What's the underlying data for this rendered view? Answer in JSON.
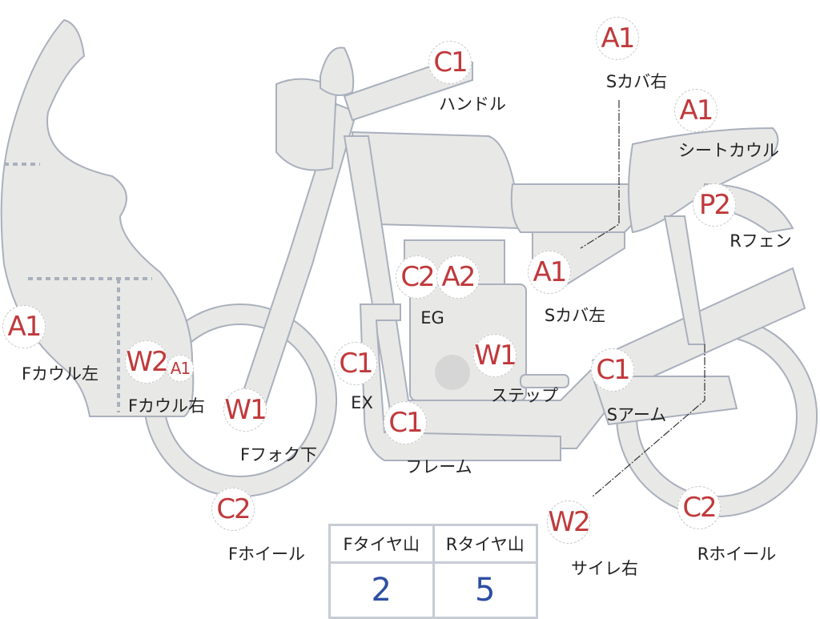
{
  "badges": [
    {
      "code": "C1",
      "label": "ハンドル"
    },
    {
      "code": "A1",
      "label": "Sカバ右"
    },
    {
      "code": "A1",
      "label": "シートカウル"
    },
    {
      "code": "P2",
      "label": "Rフェン"
    },
    {
      "code": "C2",
      "label": ""
    },
    {
      "code": "A2",
      "label": "EG"
    },
    {
      "code": "A1",
      "label": "Sカバ左"
    },
    {
      "code": "A1",
      "label": "Fカウル左"
    },
    {
      "code": "W2",
      "label": ""
    },
    {
      "code": "A1",
      "label": "Fカウル右"
    },
    {
      "code": "C1",
      "label": "EX"
    },
    {
      "code": "W1",
      "label": "ステップ"
    },
    {
      "code": "C1",
      "label": "Sアーム"
    },
    {
      "code": "W1",
      "label": "Fフォク下"
    },
    {
      "code": "C1",
      "label": "フレーム"
    },
    {
      "code": "C2",
      "label": "Fホイール"
    },
    {
      "code": "W2",
      "label": "サイレ右"
    },
    {
      "code": "C2",
      "label": "Rホイール"
    }
  ],
  "tyre_table": {
    "headers": [
      "Fタイヤ山",
      "Rタイヤ山"
    ],
    "values": [
      "2",
      "5"
    ]
  },
  "colors": {
    "badge_text": "#c0393b",
    "value_text": "#2d4ea2",
    "part_fill": "#e8e8e6",
    "part_stroke": "#a9b0bd"
  }
}
